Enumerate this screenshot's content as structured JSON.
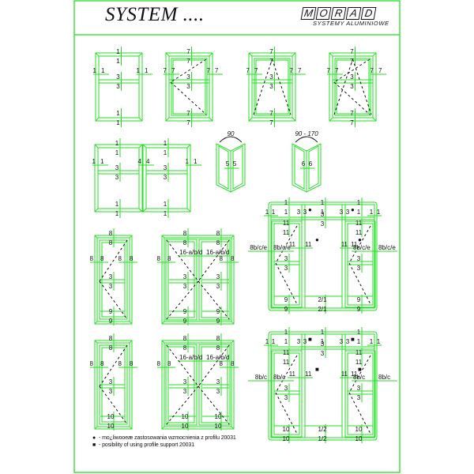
{
  "header": {
    "title": "SYSTEM ....",
    "logo_letters": [
      "M",
      "O",
      "R",
      "A",
      "D"
    ],
    "logo_subtitle": "SYSTEMY ALUMINIOWE"
  },
  "colors": {
    "frame": "#22e022",
    "line": "#111111",
    "background": "#ffffff"
  },
  "legend": [
    {
      "symbol": "●",
      "text": "- mo¿liwooeæ zastosowania wzmocnienia z profilu 20031"
    },
    {
      "symbol": "■",
      "text": "- posibility of using profile support 20031"
    }
  ],
  "diagrams": {
    "row1": [
      {
        "id": "fixed-single",
        "labels": {
          "top": [
            "1",
            "1"
          ],
          "sides": [
            "1",
            "1",
            "1",
            "1"
          ],
          "transom": [
            "3",
            "3"
          ],
          "bottom": [
            "1",
            "1"
          ]
        },
        "sash": "none"
      },
      {
        "id": "casement-single",
        "labels": {
          "top": [
            "7",
            "7"
          ],
          "sides": [
            "7",
            "7",
            "7",
            "7"
          ],
          "transom": [
            "3",
            "3"
          ],
          "bottom": [
            "7",
            "7"
          ]
        },
        "sash": "side"
      },
      {
        "id": "tilt-single",
        "labels": {
          "top": [
            "7",
            "7"
          ],
          "sides": [
            "7",
            "7",
            "7",
            "7"
          ],
          "transom": [
            "3",
            "3"
          ],
          "bottom": [
            "7",
            "7"
          ]
        },
        "sash": "tilt"
      },
      {
        "id": "tilt-turn-single",
        "labels": {
          "top": [
            "7",
            "7"
          ],
          "sides": [
            "7",
            "7",
            "7",
            "7"
          ],
          "transom": [
            "3",
            "3"
          ],
          "bottom": [
            "7",
            "7"
          ]
        },
        "sash": "tilt-turn"
      }
    ],
    "row2": {
      "double_fixed": {
        "labels": {
          "top": [
            "1",
            "1"
          ],
          "sides": [
            "1",
            "1",
            "4",
            "4",
            "1",
            "1"
          ],
          "transom": [
            "3",
            "3"
          ],
          "bottom": [
            "1",
            "1"
          ]
        }
      },
      "corner_90": {
        "angle": "90",
        "labels": [
          "5",
          "5"
        ]
      },
      "corner_variable": {
        "angle": "90 - 170",
        "labels": [
          "6",
          "6"
        ]
      }
    },
    "row3": {
      "narrow": {
        "labels": {
          "top": [
            "8",
            "8"
          ],
          "sides": [
            "8",
            "8",
            "8",
            "8"
          ],
          "transom": [
            "3",
            "3"
          ],
          "bottom": [
            "9",
            "9"
          ]
        }
      },
      "double_french": {
        "labels": {
          "top": [
            "8",
            "8"
          ],
          "mullion": [
            "16-a/b/d",
            "16-a/b/d"
          ],
          "sides": [
            "8",
            "8",
            "8",
            "8"
          ],
          "transom": [
            "3",
            "3"
          ],
          "bottom": [
            "9",
            "9"
          ]
        }
      },
      "door_set": {
        "labels": {
          "top": [
            "1",
            "1",
            "1",
            "1",
            "1",
            "1"
          ],
          "head": [
            "1",
            "1",
            "3",
            "3",
            "1",
            "3",
            "3",
            "1",
            "1",
            "1"
          ],
          "transom": [
            "3",
            "3"
          ],
          "sash_top": [
            "11",
            "11",
            "11",
            "11",
            "11",
            "11"
          ],
          "sides": [
            "8b/c/e",
            "8b/c/e",
            "8b/c/e",
            "8b/c/e"
          ],
          "mid": [
            "3",
            "3",
            "3",
            "3"
          ],
          "bottom": [
            "9",
            "9",
            "2/1",
            "2/1",
            "9",
            "9"
          ]
        }
      }
    },
    "row4": {
      "narrow": {
        "labels": {
          "top": [
            "8",
            "8"
          ],
          "sides": [
            "8",
            "8",
            "8",
            "8"
          ],
          "transom": [
            "3",
            "3"
          ],
          "bottom": [
            "10",
            "10"
          ]
        }
      },
      "double_french": {
        "labels": {
          "top": [
            "8",
            "8"
          ],
          "mullion": [
            "16-a/b/d",
            "16-a/b/d"
          ],
          "sides": [
            "8",
            "8",
            "8",
            "8"
          ],
          "transom": [
            "3",
            "3"
          ],
          "bottom": [
            "10",
            "10"
          ]
        }
      },
      "door_set": {
        "labels": {
          "top": [
            "1",
            "1",
            "1",
            "1",
            "1",
            "1"
          ],
          "head": [
            "1",
            "1",
            "3",
            "3",
            "1",
            "3",
            "3",
            "1",
            "1",
            "1"
          ],
          "transom": [
            "3",
            "3"
          ],
          "sash_top": [
            "11",
            "11",
            "11",
            "11",
            "11",
            "11"
          ],
          "sides": [
            "8b/c",
            "8b/c",
            "8b/c",
            "8b/c"
          ],
          "mid": [
            "3",
            "3",
            "3",
            "3"
          ],
          "bottom": [
            "10",
            "10",
            "1/2",
            "1/2",
            "10",
            "10"
          ]
        }
      }
    }
  }
}
